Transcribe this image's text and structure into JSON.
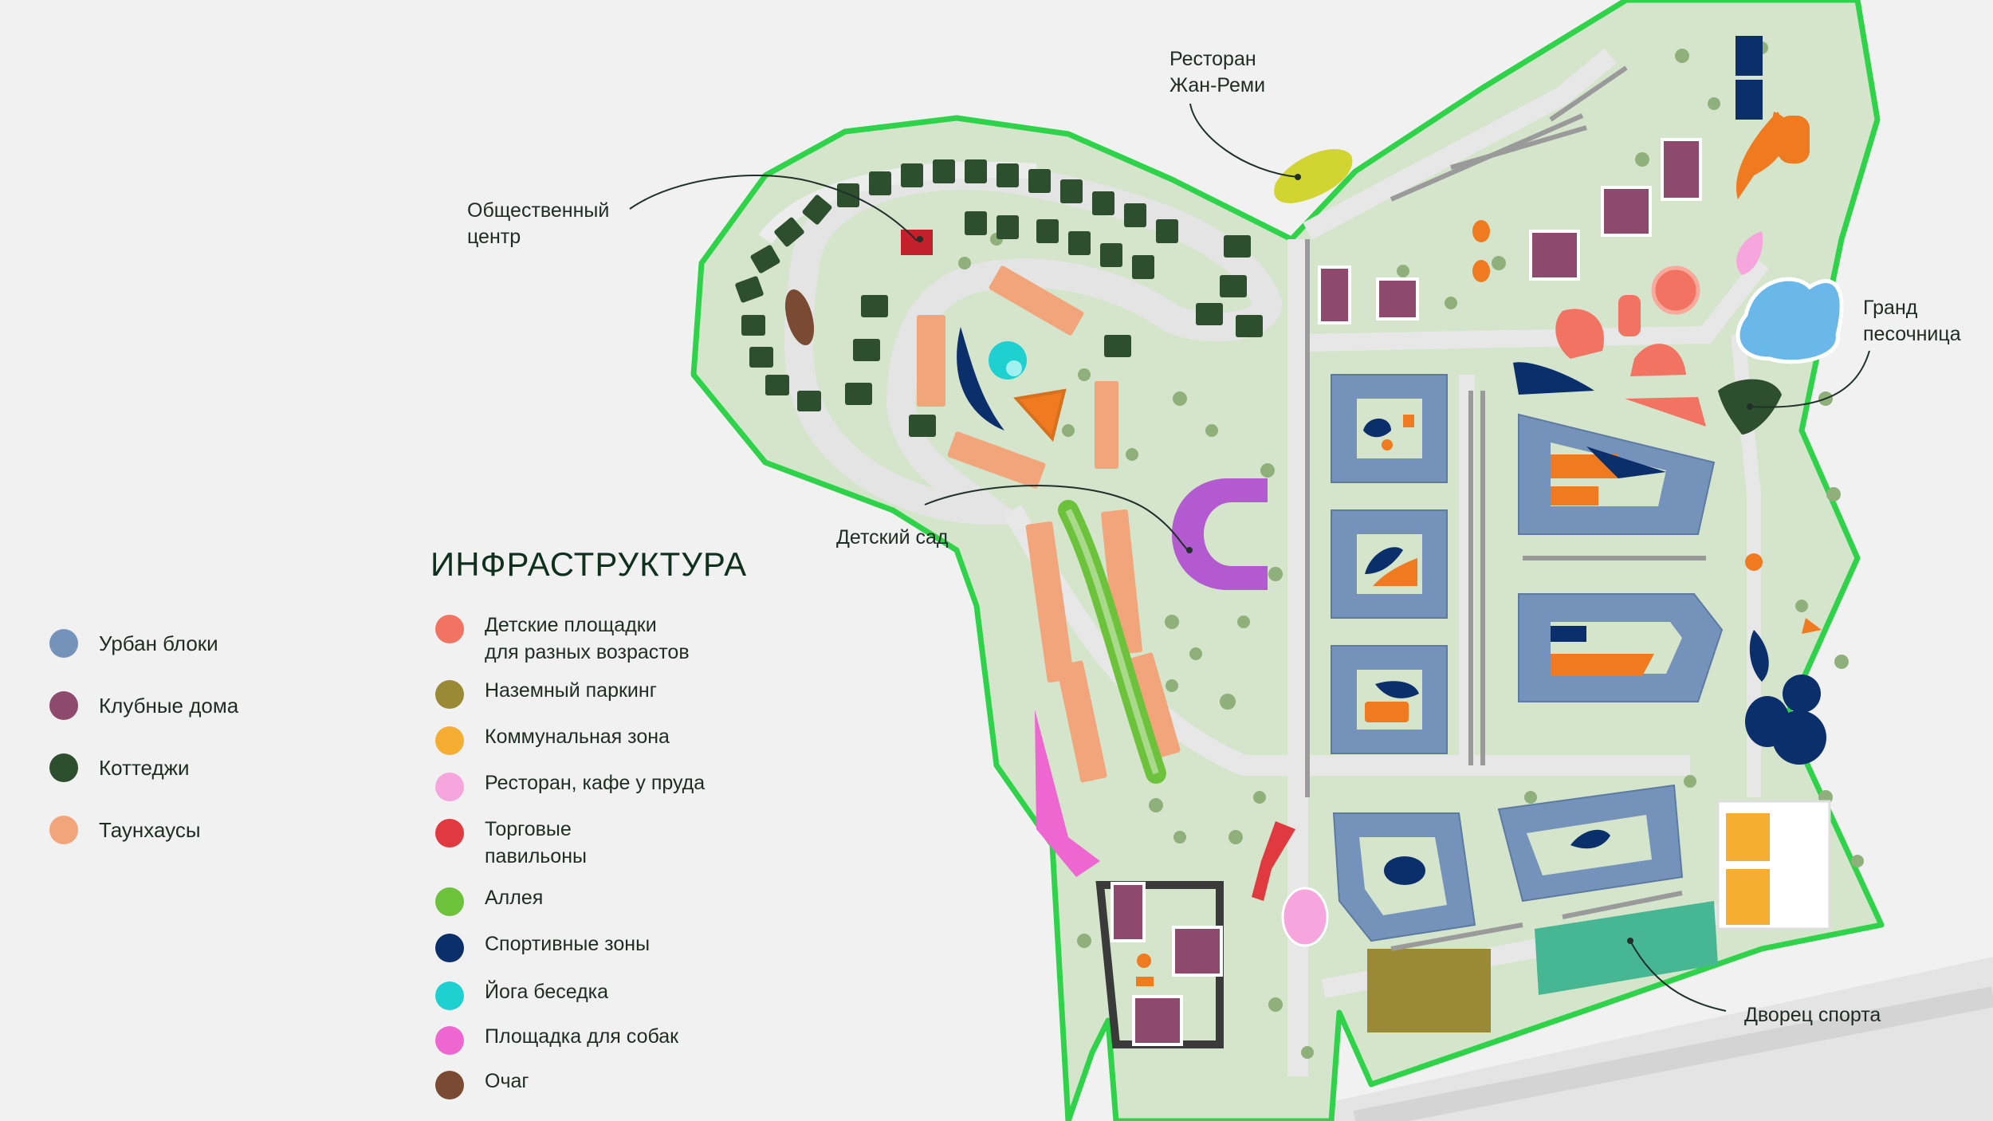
{
  "legend_main": [
    {
      "label": "Урбан блоки",
      "color": "#7593ba"
    },
    {
      "label": "Клубные дома",
      "color": "#8e4a6c"
    },
    {
      "label": "Коттеджи",
      "color": "#2e4f2e"
    },
    {
      "label": "Таунхаусы",
      "color": "#f2a57a"
    }
  ],
  "infrastructure": {
    "title": "ИНФРАСТРУКТУРА",
    "items": [
      {
        "label": "Детские площадки\nдля разных возрастов",
        "color": "#f27362"
      },
      {
        "label": "Наземный паркинг",
        "color": "#9a8a35"
      },
      {
        "label": "Коммунальная зона",
        "color": "#f5ae32"
      },
      {
        "label": "Ресторан, кафе у пруда",
        "color": "#f6a6dc"
      },
      {
        "label": "Торговые\nпавильоны",
        "color": "#e0393f"
      },
      {
        "label": "Аллея",
        "color": "#6cc23a"
      },
      {
        "label": "Спортивные зоны",
        "color": "#0b2f6b"
      },
      {
        "label": "Йога беседка",
        "color": "#1fd0d0"
      },
      {
        "label": "Площадка для собак",
        "color": "#ee66cf"
      },
      {
        "label": "Очаг",
        "color": "#7a4a33"
      }
    ]
  },
  "callouts": {
    "restaurant": "Ресторан\nЖан-Реми",
    "community": "Общественный\nцентр",
    "sandbox": "Гранд\nпесочница",
    "kindergarten": "Детский сад",
    "sports": "Дворец спорта"
  },
  "colors": {
    "border": "#2fd34a",
    "grass": "#d5e5cc",
    "road": "#e4e4e4",
    "tree": "#8fb07a"
  }
}
